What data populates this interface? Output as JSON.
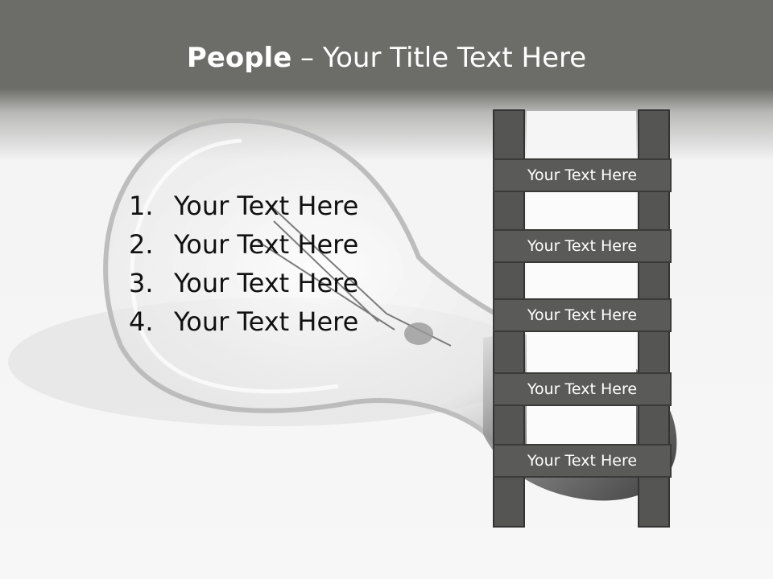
{
  "title": {
    "bold": "People",
    "rest": " – Your Title Text Here"
  },
  "list": [
    {
      "num": "1.",
      "text": "Your Text Here"
    },
    {
      "num": "2.",
      "text": "Your Text Here"
    },
    {
      "num": "3.",
      "text": "Your Text Here"
    },
    {
      "num": "4.",
      "text": "Your Text Here"
    }
  ],
  "ladder": {
    "rungs": [
      "Your Text Here",
      "Your Text Here",
      "Your Text Here",
      "Your Text Here",
      "Your Text Here"
    ]
  },
  "colors": {
    "header": "#6c6c68",
    "ladder": "#5a5a58",
    "text": "#111111"
  }
}
